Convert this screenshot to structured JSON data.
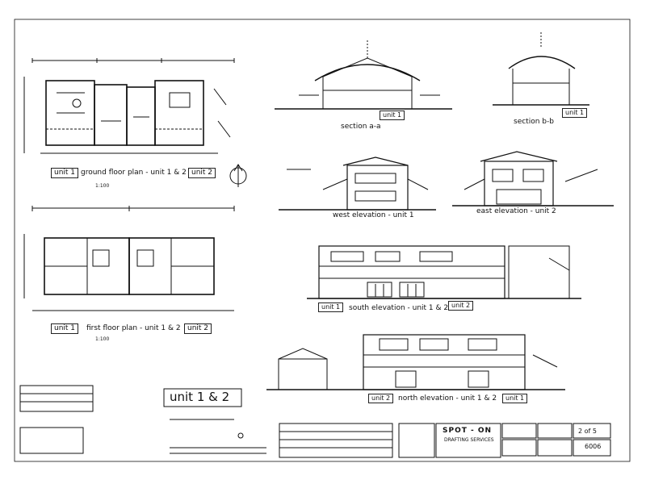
{
  "labels": {
    "unit1_ground": "unit 1",
    "ground_floor_title": "ground floor plan - unit 1 & 2",
    "unit2_ground": "unit 2",
    "scale_ground": "1:100",
    "unit1_first": "unit 1",
    "first_floor_title": "first floor plan - unit 1 & 2",
    "unit2_first": "unit 2",
    "scale_first": "1:100",
    "section_aa": "section a-a",
    "section_aa_unit": "unit 1",
    "section_bb": "section b-b",
    "section_bb_unit": "unit 1",
    "west_elevation": "west elevation - unit 1",
    "east_elevation": "east elevation - unit 2",
    "south_unit1": "unit 1",
    "south_elevation": "south elevation - unit 1 & 2",
    "south_unit2": "unit 2",
    "north_unit2": "unit 2",
    "north_elevation": "north elevation - unit 1 & 2",
    "north_unit1": "unit 1",
    "sheet_title": "unit 1 & 2",
    "company": "SPOT - ON",
    "company_sub": "DRAFTING SERVICES",
    "sheet_no": "6006",
    "page": "2 of 5"
  },
  "colors": {
    "ink": "#111111",
    "paper": "#ffffff"
  }
}
